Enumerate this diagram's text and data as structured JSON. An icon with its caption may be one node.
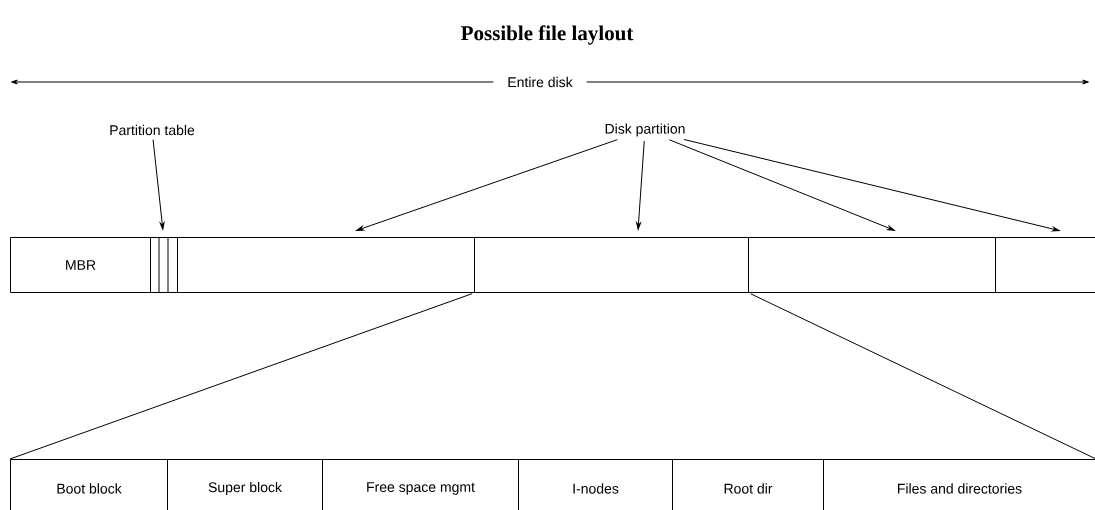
{
  "diagram": {
    "title": "Possible file laylout",
    "nodes": [
      {
        "text": [
          "Partition table"
        ]
      },
      {
        "text": [],
        "shape": "bar"
      },
      {
        "text": [
          "Disk partition"
        ]
      },
      {
        "text": [
          "MBR"
        ]
      },
      {
        "text": [],
        "shape": "box"
      },
      {
        "text": [],
        "shape": "box"
      },
      {
        "text": [],
        "shape": "box"
      },
      {
        "text": [],
        "shape": "box"
      },
      {
        "text": [
          "Boot block"
        ]
      },
      {
        "text": [
          "Super block"
        ]
      },
      {
        "text": [
          "Free space mgmt"
        ]
      },
      {
        "text": [
          "I-nodes"
        ]
      },
      {
        "text": [
          "Root dir"
        ]
      },
      {
        "text": [
          "Files and directories"
        ]
      }
    ],
    "edges": [
      {
        "from": 0,
        "to": 1,
        "arrow": "to"
      },
      {
        "from": 2,
        "to": 4,
        "arrow": "to"
      },
      {
        "from": 2,
        "to": 5,
        "arrow": "to"
      },
      {
        "from": 2,
        "to": 6,
        "arrow": "to"
      },
      {
        "from": 2,
        "to": 7,
        "arrow": "to"
      },
      {
        "from": 5,
        "to": 8,
        "arrow": "none"
      },
      {
        "from": 5,
        "to": 13,
        "arrow": "none"
      }
    ],
    "labels": [
      "Entire disk"
    ]
  }
}
